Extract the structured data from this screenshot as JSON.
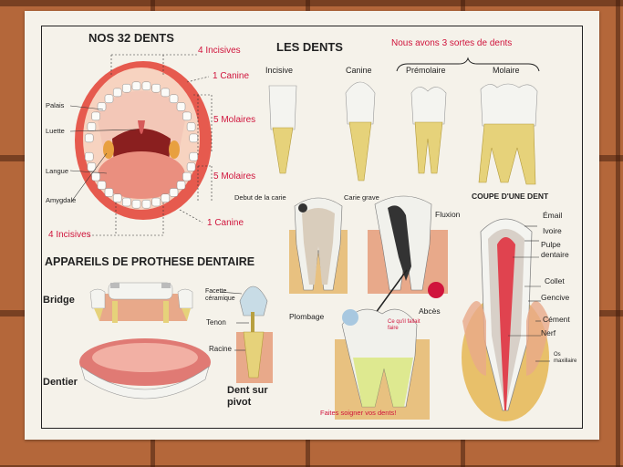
{
  "titles": {
    "nos_32_dents": "NOS 32 DENTS",
    "les_dents": "LES DENTS",
    "trois_sortes": "Nous avons 3 sortes de dents",
    "appareils": "APPAREILS DE PROTHESE DENTAIRE",
    "coupe": "COUPE D'UNE DENT"
  },
  "mouth_labels": {
    "incisives_top": "4 Incisives",
    "canine_top": "1 Canine",
    "molaires_top": "5 Molaires",
    "molaires_bottom": "5 Molaires",
    "canine_bottom": "1 Canine",
    "incisives_bottom": "4 Incisives",
    "palais": "Palais",
    "luette": "Luette",
    "langue": "Langue",
    "amygdale": "Amygdale"
  },
  "tooth_types": {
    "incisive": "Incisive",
    "canine": "Canine",
    "premolaire": "Prémolaire",
    "molaire": "Molaire"
  },
  "carie": {
    "debut": "Debut de la carie",
    "grave": "Carie grave",
    "fluxion": "Fluxion",
    "abces": "Abcès",
    "plombage": "Plombage",
    "ce_quil_fallait": "Ce qu'il fallait faire",
    "faites_soigner": "Faites soigner vos dents!"
  },
  "coupe_labels": {
    "email": "Émail",
    "ivoire": "Ivoire",
    "pulpe": "Pulpe dentaire",
    "collet": "Collet",
    "gencive": "Gencive",
    "cement": "Cément",
    "nerf": "Nerf",
    "os": "Os maxillaire"
  },
  "prothese": {
    "bridge": "Bridge",
    "dentier": "Dentier",
    "facette": "Facette céramique",
    "tenon": "Tenon",
    "racine": "Racine",
    "dent_sur_pivot": "Dent sur pivot"
  },
  "colors": {
    "red_text": "#d0143c",
    "enamel": "#f4f4f0",
    "root": "#e6d27a",
    "gum": "#e8a98a",
    "pulp": "#e0434f"
  }
}
